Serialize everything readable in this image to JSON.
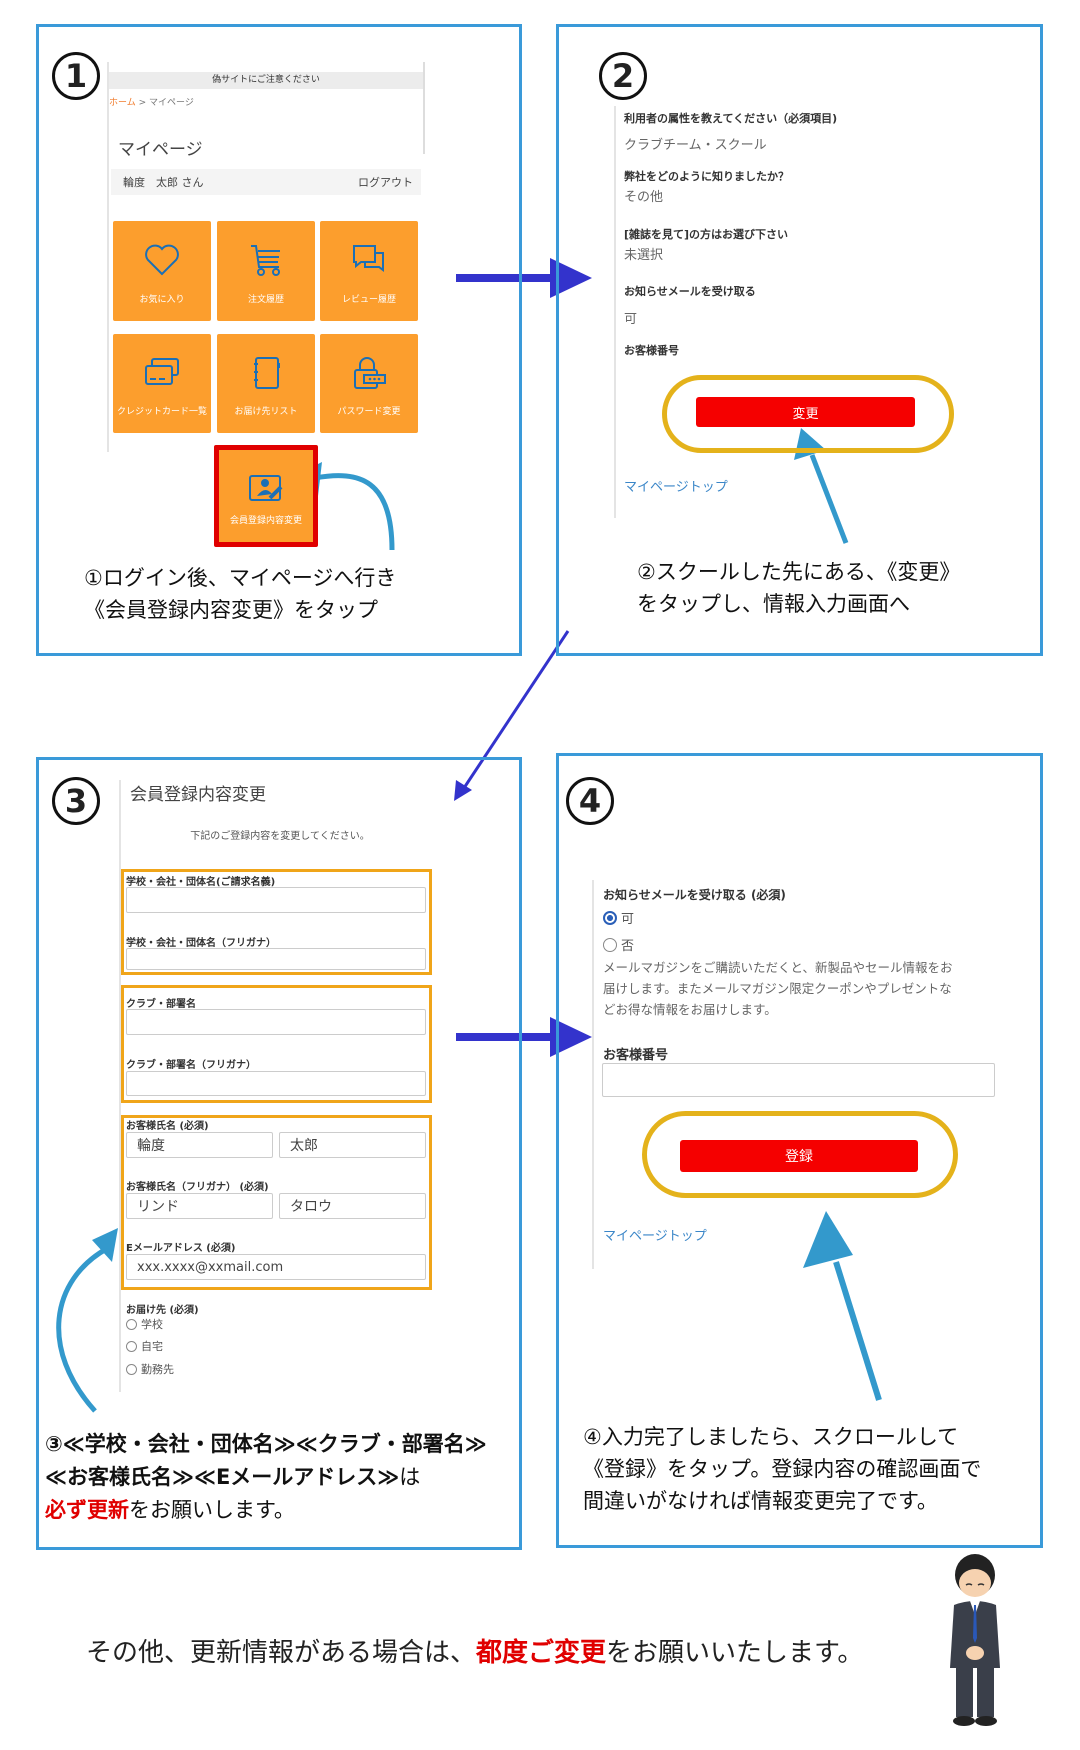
{
  "step1": {
    "number": "1",
    "banner": "偽サイトにご注意ください",
    "breadcrumb_home": "ホーム",
    "breadcrumb_sep": " > ",
    "breadcrumb_current": "マイページ",
    "title": "マイページ",
    "user_name": "輪度　太郎 さん",
    "logout": "ログアウト",
    "tiles": [
      {
        "label": "お気に入り",
        "icon": "heart-icon"
      },
      {
        "label": "注文履歴",
        "icon": "cart-icon"
      },
      {
        "label": "レビュー履歴",
        "icon": "chat-icon"
      },
      {
        "label": "クレジットカード一覧",
        "icon": "credit-card-icon"
      },
      {
        "label": "お届け先リスト",
        "icon": "address-book-icon"
      },
      {
        "label": "パスワード変更",
        "icon": "lock-icon"
      },
      {
        "label": "会員登録内容変更",
        "icon": "profile-edit-icon"
      }
    ],
    "caption": [
      "①ログイン後、マイページへ行き",
      "《会員登録内容変更》をタップ"
    ]
  },
  "step2": {
    "number": "2",
    "fields": [
      {
        "label": "利用者の属性を教えてください（必須項目)",
        "value": "クラブチーム・スクール"
      },
      {
        "label": "弊社をどのように知りましたか？",
        "value": "その他"
      },
      {
        "label": "[雑誌を見て]の方はお選び下さい",
        "value": "未選択"
      },
      {
        "label": "お知らせメールを受け取る",
        "value": "可"
      },
      {
        "label": "お客様番号",
        "value": ""
      }
    ],
    "button": "変更",
    "link": "マイページトップ",
    "caption": [
      "②スクールした先にある、《変更》",
      "をタップし、情報入力画面へ"
    ]
  },
  "step3": {
    "number": "3",
    "title": "会員登録内容変更",
    "subtitle": "下記のご登録内容を変更してください。",
    "org_label": "学校・会社・団体名(ご請求名義)",
    "org_kana_label": "学校・会社・団体名（フリガナ）",
    "club_label": "クラブ・部署名",
    "club_kana_label": "クラブ・部署名（フリガナ）",
    "name_label": "お客様氏名 (必須)",
    "last_name": "輪度",
    "first_name": "太郎",
    "kana_label": "お客様氏名（フリガナ） (必須)",
    "last_kana": "リンド",
    "first_kana": "タロウ",
    "email_label": "Eメールアドレス (必須)",
    "email": "xxx.xxxx@xxmail.com",
    "delivery_label": "お届け先 (必須)",
    "delivery_options": [
      "学校",
      "自宅",
      "勤務先"
    ],
    "caption1": "③≪学校・会社・団体名≫≪クラブ・部署名≫",
    "caption2": "≪お客様氏名≫≪Eメールアドレス≫",
    "caption2b": "は",
    "caption3_red": "必ず更新",
    "caption3": "をお願いします。"
  },
  "step4": {
    "number": "4",
    "mail_label": "お知らせメールを受け取る (必須)",
    "options": [
      "可",
      "否"
    ],
    "selected": "可",
    "description": [
      "メールマガジンをご購読いただくと、新製品やセール情報をお",
      "届けします。またメールマガジン限定クーポンやプレゼントな",
      "どお得な情報をお届けします。"
    ],
    "customer_no_label": "お客様番号",
    "button": "登録",
    "link": "マイページトップ",
    "caption": [
      "④入力完了しましたら、スクロールして",
      "《登録》をタップ。登録内容の確認画面で",
      "間違いがなければ情報変更完了です。"
    ]
  },
  "footer": {
    "text_before": "その他、更新情報がある場合は、",
    "text_red": "都度ご変更",
    "text_after": "をお願いいたします。"
  },
  "colors": {
    "panel_border": "#3a9ad9",
    "tile": "#fc9e2d",
    "button": "#f50000",
    "highlight": "#f0a519",
    "arrow_dark": "#3333cc",
    "arrow_light": "#3399cc"
  }
}
